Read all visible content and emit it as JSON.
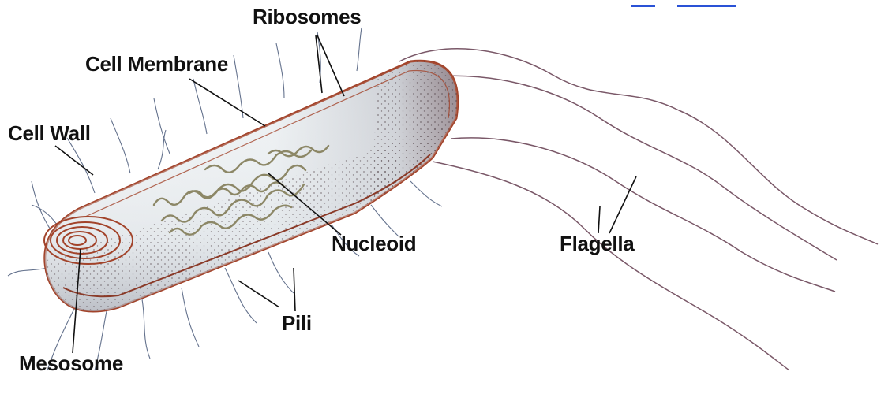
{
  "labels": {
    "ribosomes": "Ribosomes",
    "cell_membrane": "Cell Membrane",
    "cell_wall": "Cell Wall",
    "nucleoid": "Nucleoid",
    "flagella": "Flagella",
    "pili": "Pili",
    "mesosome": "Mesosome"
  },
  "colors": {
    "cell_wall": "#a2432a",
    "cytoplasm": "#eef2f4",
    "leader_line": "#111111",
    "flagella": "#7a5868",
    "link": "#2a52d6"
  }
}
